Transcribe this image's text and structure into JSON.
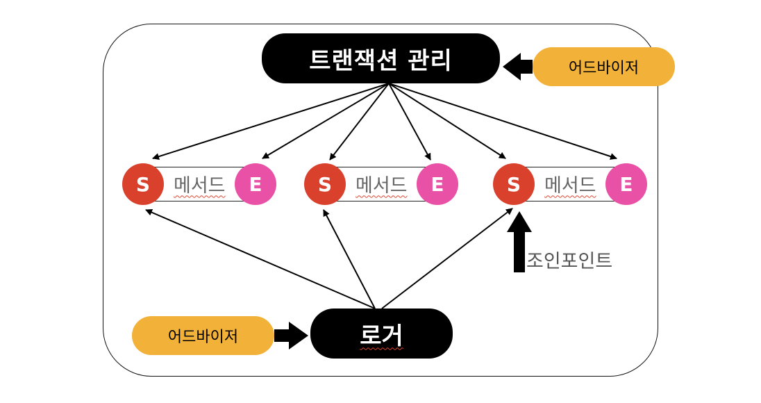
{
  "transaction_manager": {
    "label": "트랜잭션 관리"
  },
  "logger": {
    "label": "로거"
  },
  "advisor_top": {
    "label": "어드바이저"
  },
  "advisor_bottom": {
    "label": "어드바이저"
  },
  "methods": [
    {
      "start": "S",
      "label": "메서드",
      "end": "E"
    },
    {
      "start": "S",
      "label": "메서드",
      "end": "E"
    },
    {
      "start": "S",
      "label": "메서드",
      "end": "E"
    }
  ],
  "joinpoint": {
    "label": "조인포인트"
  },
  "colors": {
    "black_box": "#000000",
    "advisor": "#f2b138",
    "start_circle": "#d9412d",
    "end_circle": "#e851a5"
  }
}
